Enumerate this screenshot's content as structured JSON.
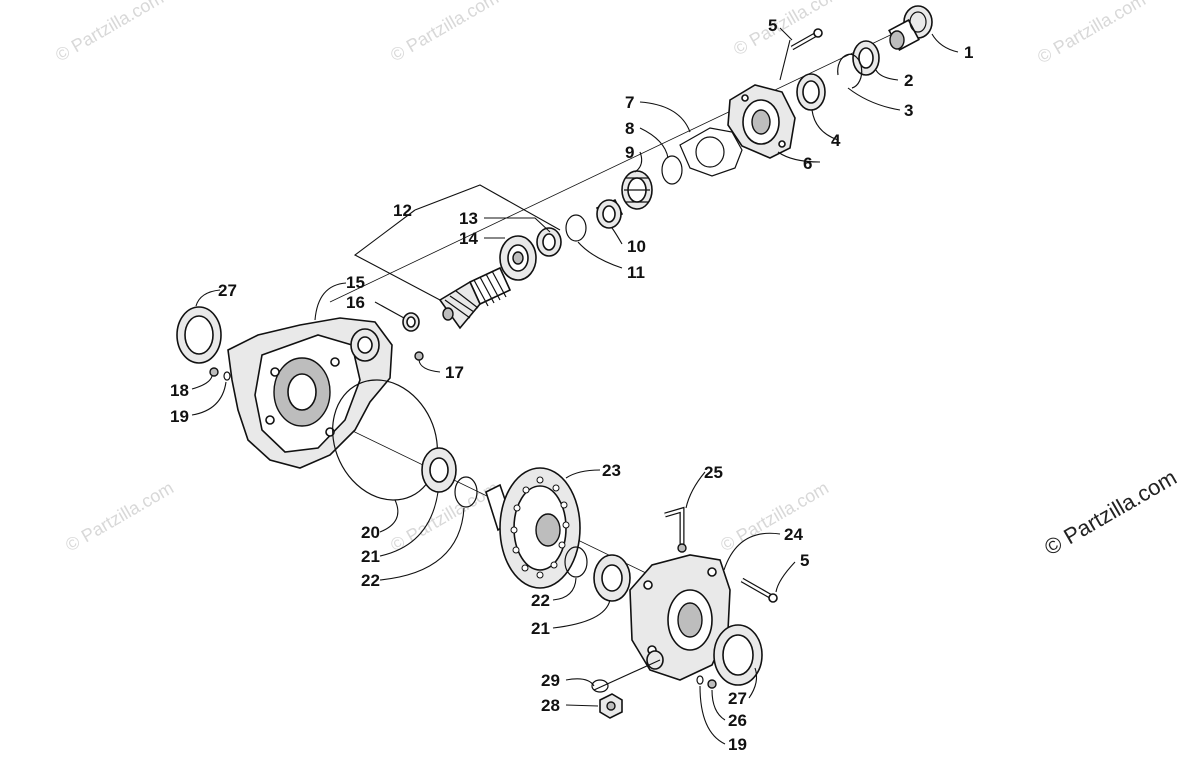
{
  "watermark": {
    "corner_text": "© Partzilla.com",
    "faint_text": "© Partzilla.com"
  },
  "callouts": [
    {
      "id": "c1",
      "text": "1"
    },
    {
      "id": "c2",
      "text": "2"
    },
    {
      "id": "c3",
      "text": "3"
    },
    {
      "id": "c4",
      "text": "4"
    },
    {
      "id": "c5a",
      "text": "5"
    },
    {
      "id": "c5b",
      "text": "5"
    },
    {
      "id": "c6",
      "text": "6"
    },
    {
      "id": "c7",
      "text": "7"
    },
    {
      "id": "c8",
      "text": "8"
    },
    {
      "id": "c9",
      "text": "9"
    },
    {
      "id": "c10",
      "text": "10"
    },
    {
      "id": "c11",
      "text": "11"
    },
    {
      "id": "c12",
      "text": "12"
    },
    {
      "id": "c13",
      "text": "13"
    },
    {
      "id": "c14",
      "text": "14"
    },
    {
      "id": "c15",
      "text": "15"
    },
    {
      "id": "c16",
      "text": "16"
    },
    {
      "id": "c17",
      "text": "17"
    },
    {
      "id": "c18",
      "text": "18"
    },
    {
      "id": "c19a",
      "text": "19"
    },
    {
      "id": "c19b",
      "text": "19"
    },
    {
      "id": "c20",
      "text": "20"
    },
    {
      "id": "c21a",
      "text": "21"
    },
    {
      "id": "c21b",
      "text": "21"
    },
    {
      "id": "c22a",
      "text": "22"
    },
    {
      "id": "c22b",
      "text": "22"
    },
    {
      "id": "c23",
      "text": "23"
    },
    {
      "id": "c24",
      "text": "24"
    },
    {
      "id": "c25",
      "text": "25"
    },
    {
      "id": "c26",
      "text": "26"
    },
    {
      "id": "c27a",
      "text": "27"
    },
    {
      "id": "c27b",
      "text": "27"
    },
    {
      "id": "c28",
      "text": "28"
    },
    {
      "id": "c29",
      "text": "29"
    }
  ]
}
